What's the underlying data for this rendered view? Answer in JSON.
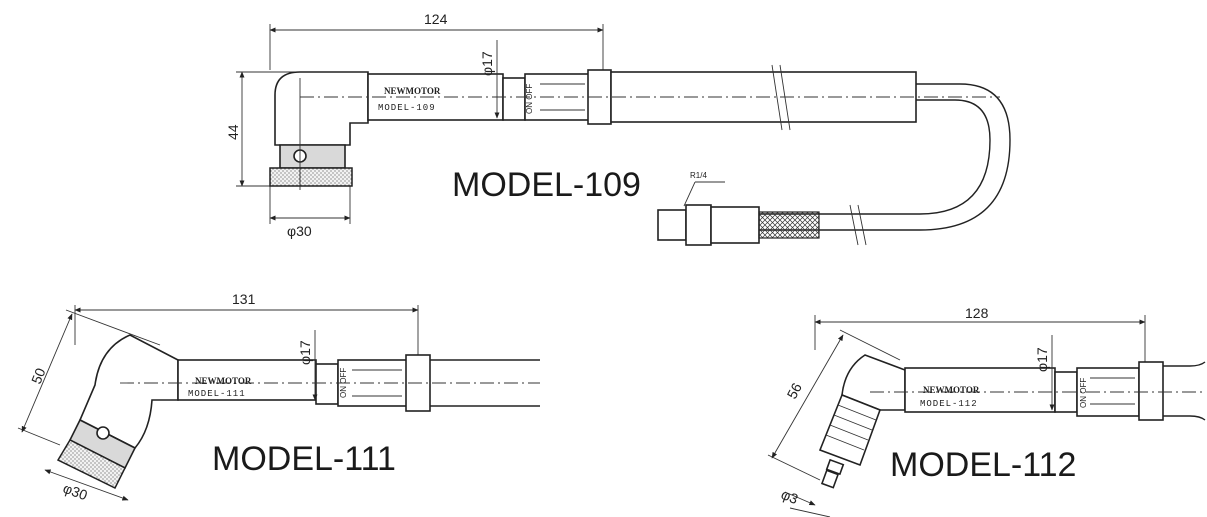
{
  "models": [
    {
      "title": "MODEL-109",
      "brand": "NEWMOTOR",
      "body_label": "MODEL-109",
      "switch_label": "ON OFF",
      "dims": {
        "length": "124",
        "diameter": "φ17",
        "height": "44",
        "pad": "φ30"
      },
      "fitting": "R1/4"
    },
    {
      "title": "MODEL-111",
      "brand": "NEWMOTOR",
      "body_label": "MODEL-111",
      "switch_label": "ON OFF",
      "dims": {
        "length": "131",
        "diameter": "φ17",
        "height": "50",
        "pad": "φ30"
      }
    },
    {
      "title": "MODEL-112",
      "brand": "NEWMOTOR",
      "body_label": "MODEL-112",
      "switch_label": "ON OFF",
      "dims": {
        "length": "128",
        "diameter": "φ17",
        "height": "56",
        "pad": "φ3"
      }
    }
  ]
}
